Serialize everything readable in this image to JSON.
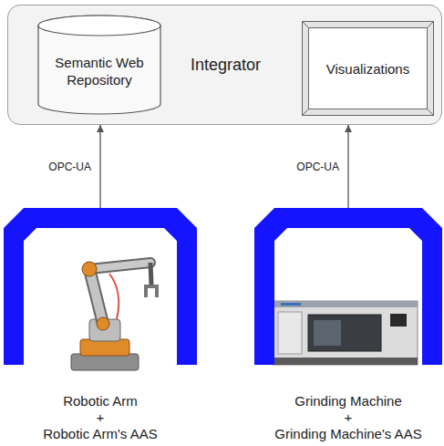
{
  "diagram": {
    "nodes": [
      {
        "text": [
          "Integrator"
        ]
      },
      {
        "text": [
          "Semantic Web Repository"
        ],
        "in": 0
      },
      {
        "text": [
          "Visualizations"
        ],
        "in": 0
      },
      {
        "text": [
          "Robotic Arm",
          "+",
          "Robotic Arm's AAS"
        ]
      },
      {
        "text": [
          "Grinding Machine",
          "+",
          "Grinding Machine's AAS"
        ]
      }
    ],
    "edges": [
      {
        "from": 3,
        "to": 0,
        "arrow": "to",
        "label": "OPC-UA"
      },
      {
        "from": 4,
        "to": 0,
        "arrow": "to",
        "label": "OPC-UA"
      }
    ]
  }
}
